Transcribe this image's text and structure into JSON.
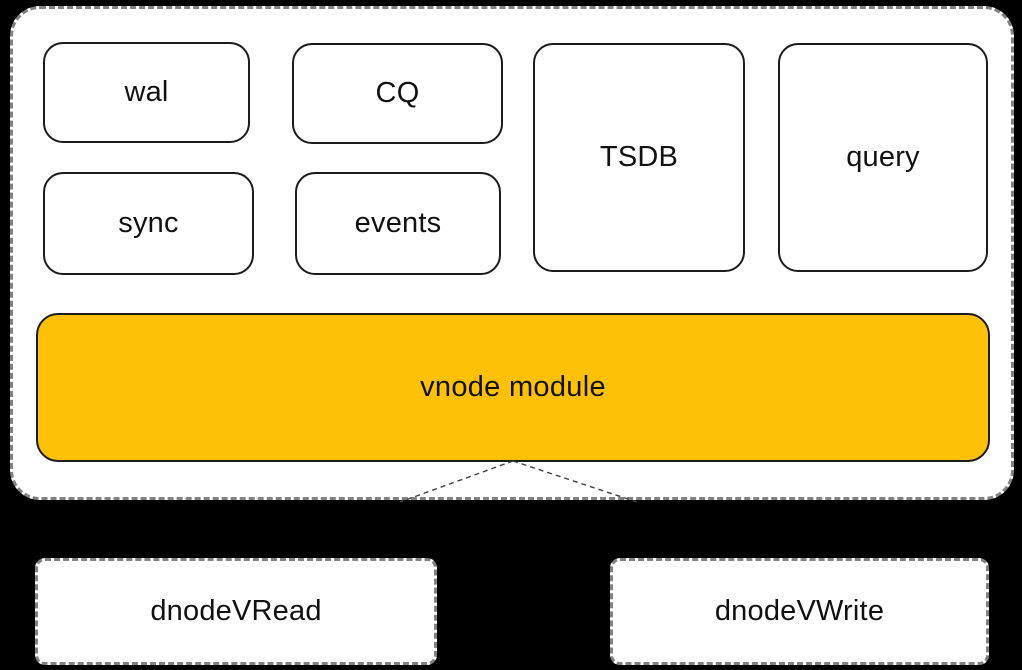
{
  "colors": {
    "background": "#000000",
    "box_fill": "#ffffff",
    "box_border": "#1c1c1c",
    "vnode_fill": "#ffc107",
    "dashed_border": "#828282",
    "connector": "#404040",
    "label_color": "#111111"
  },
  "vnode_group": {
    "modules": [
      {
        "id": "wal",
        "label": "wal"
      },
      {
        "id": "cq",
        "label": "CQ"
      },
      {
        "id": "tsdb",
        "label": "TSDB"
      },
      {
        "id": "query",
        "label": "query"
      },
      {
        "id": "sync",
        "label": "sync"
      },
      {
        "id": "events",
        "label": "events"
      }
    ],
    "vnode_module": {
      "label": "vnode module"
    }
  },
  "dnode_boxes": [
    {
      "id": "dnode-vread",
      "label": "dnodeVRead"
    },
    {
      "id": "dnode-vwrite",
      "label": "dnodeVWrite"
    }
  ]
}
